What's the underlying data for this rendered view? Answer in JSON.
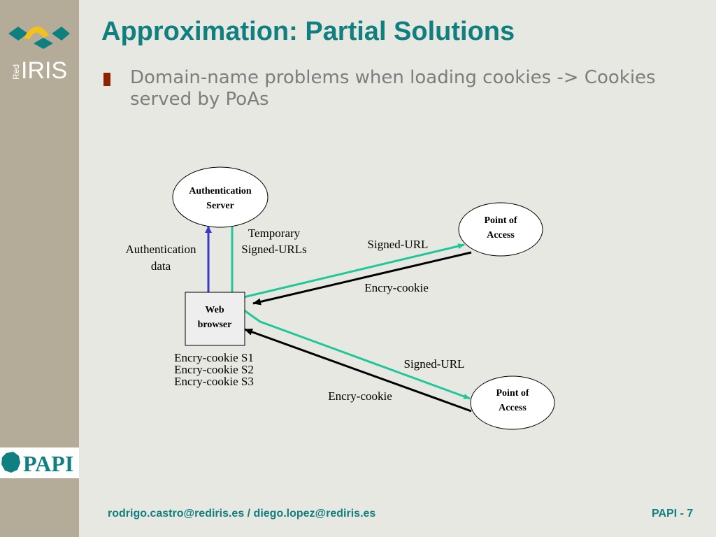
{
  "slide": {
    "title": "Approximation: Partial Solutions",
    "bullet": "Domain-name  problems when loading cookies -> Cookies served by PoAs"
  },
  "logos": {
    "rediris_small": "Red",
    "rediris_main": "IRIS",
    "papi": "PAPI"
  },
  "diagram": {
    "auth_server": [
      "Authentication",
      "Server"
    ],
    "web_browser": [
      "Web",
      "browser"
    ],
    "poa_top": [
      "Point of",
      "Access"
    ],
    "poa_bottom": [
      "Point of",
      "Access"
    ],
    "label_auth_data": [
      "Authentication",
      "data"
    ],
    "label_temp_urls": [
      "Temporary",
      "Signed-URLs"
    ],
    "label_signed_url_top": "Signed-URL",
    "label_encry_cookie_top": "Encry-cookie",
    "label_signed_url_bottom": "Signed-URL",
    "label_encry_cookie_bottom": "Encry-cookie",
    "cookies": [
      "Encry-cookie S1",
      "Encry-cookie S2",
      "Encry-cookie S3"
    ]
  },
  "footer": {
    "emails": "rodrigo.castro@rediris.es / diego.lopez@rediris.es",
    "page": "PAPI - 7"
  },
  "colors": {
    "title": "#0f7f7f",
    "green_arrow": "#1fc79a",
    "blue_arrow": "#3a3ac8",
    "sidebar": "#b4ac99",
    "bullet": "#8c2200"
  }
}
